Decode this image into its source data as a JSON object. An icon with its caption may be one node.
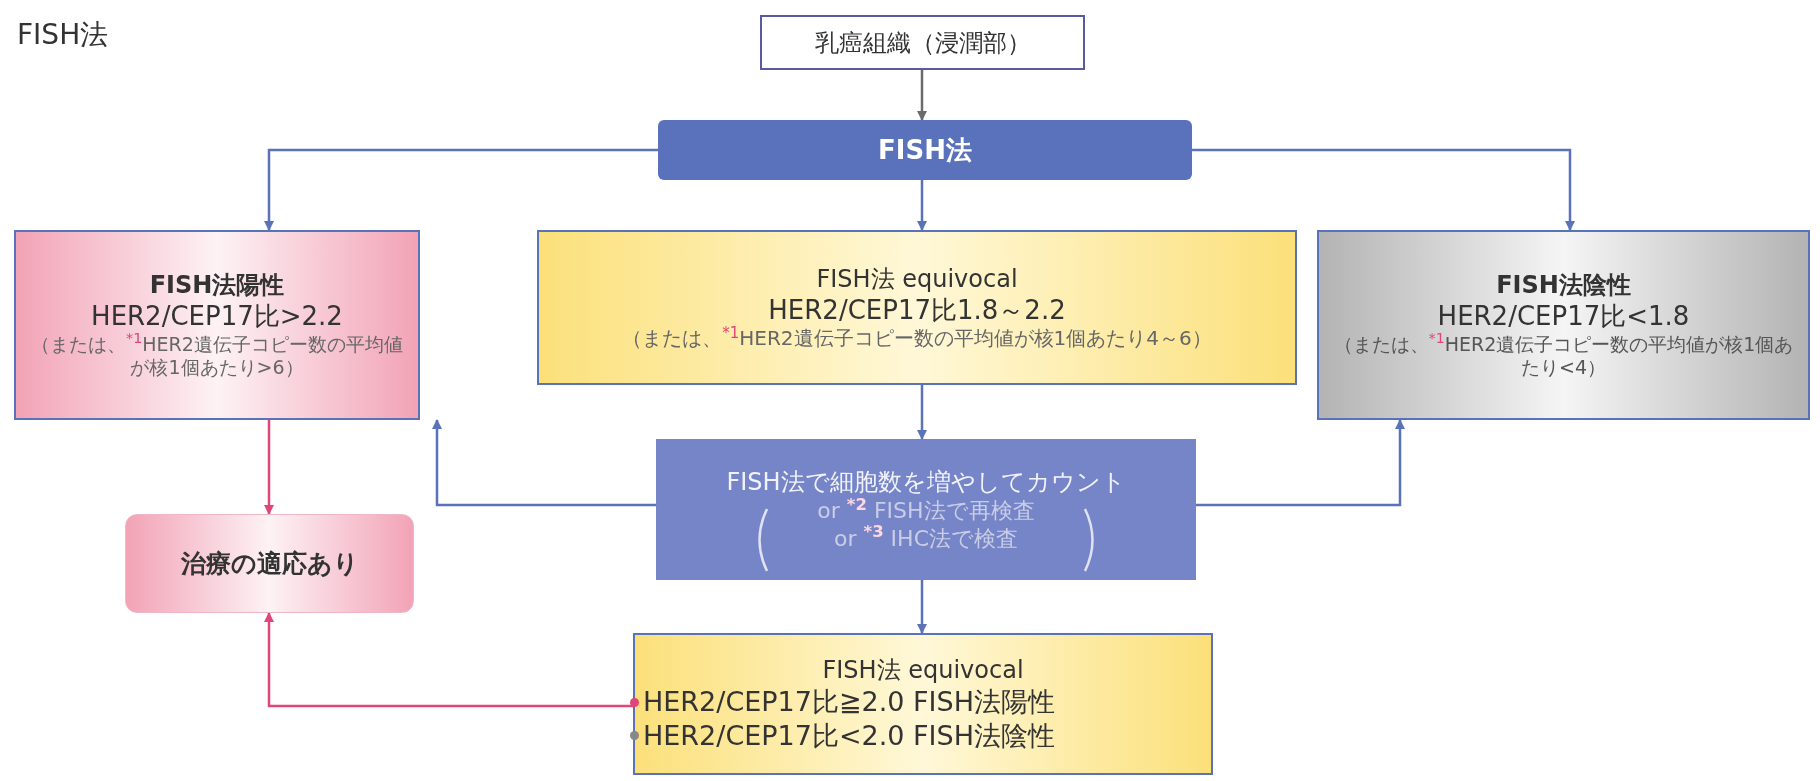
{
  "diagram": {
    "title": "FISH法",
    "nodes": [
      {
        "text": [
          "乳癌組織（浸潤部）"
        ]
      },
      {
        "text": [
          "FISH法"
        ]
      },
      {
        "text": [
          "FISH法陽性",
          "HER2/CEP17比>2.2",
          "（または、$^{*1}$HER2遺伝子コピー数の平均値が核1個あたり>6）"
        ]
      },
      {
        "text": [
          "FISH法 equivocal",
          "HER2/CEP17比1.8～2.2",
          "（または、$^{*1}$HER2遺伝子コピー数の平均値が核1個あたり4～6）"
        ]
      },
      {
        "text": [
          "FISH法陰性",
          "HER2/CEP17比<1.8",
          "（または、$^{*1}$HER2遺伝子コピー数の平均値が核1個あたり<4）"
        ]
      },
      {
        "text": [
          "FISH法で細胞数を増やしてカウント",
          "or $^{*2}$ FISH法で再検査",
          "or $^{*3}$ IHC法で検査"
        ]
      },
      {
        "text": [
          "治療の適応あり"
        ]
      },
      {
        "text": [
          "FISH法 equivocal",
          "HER2/CEP17比≧2.0 FISH法陽性",
          "HER2/CEP17比<2.0 FISH法陰性"
        ]
      }
    ],
    "edges": [
      {
        "from": 0,
        "to": 1,
        "arrow": "to",
        "color": "#6b6b6b"
      },
      {
        "from": 1,
        "to": 2,
        "arrow": "to"
      },
      {
        "from": 1,
        "to": 3,
        "arrow": "to"
      },
      {
        "from": 1,
        "to": 4,
        "arrow": "to"
      },
      {
        "from": 3,
        "to": 5,
        "arrow": "to"
      },
      {
        "from": 5,
        "to": 2,
        "arrow": "to"
      },
      {
        "from": 5,
        "to": 4,
        "arrow": "to"
      },
      {
        "from": 2,
        "to": 6,
        "arrow": "to",
        "color": "#e0457b"
      },
      {
        "from": 5,
        "to": 7,
        "arrow": "to"
      },
      {
        "from": 7,
        "to": 6,
        "arrow": "to",
        "color": "#e0457b"
      }
    ]
  }
}
